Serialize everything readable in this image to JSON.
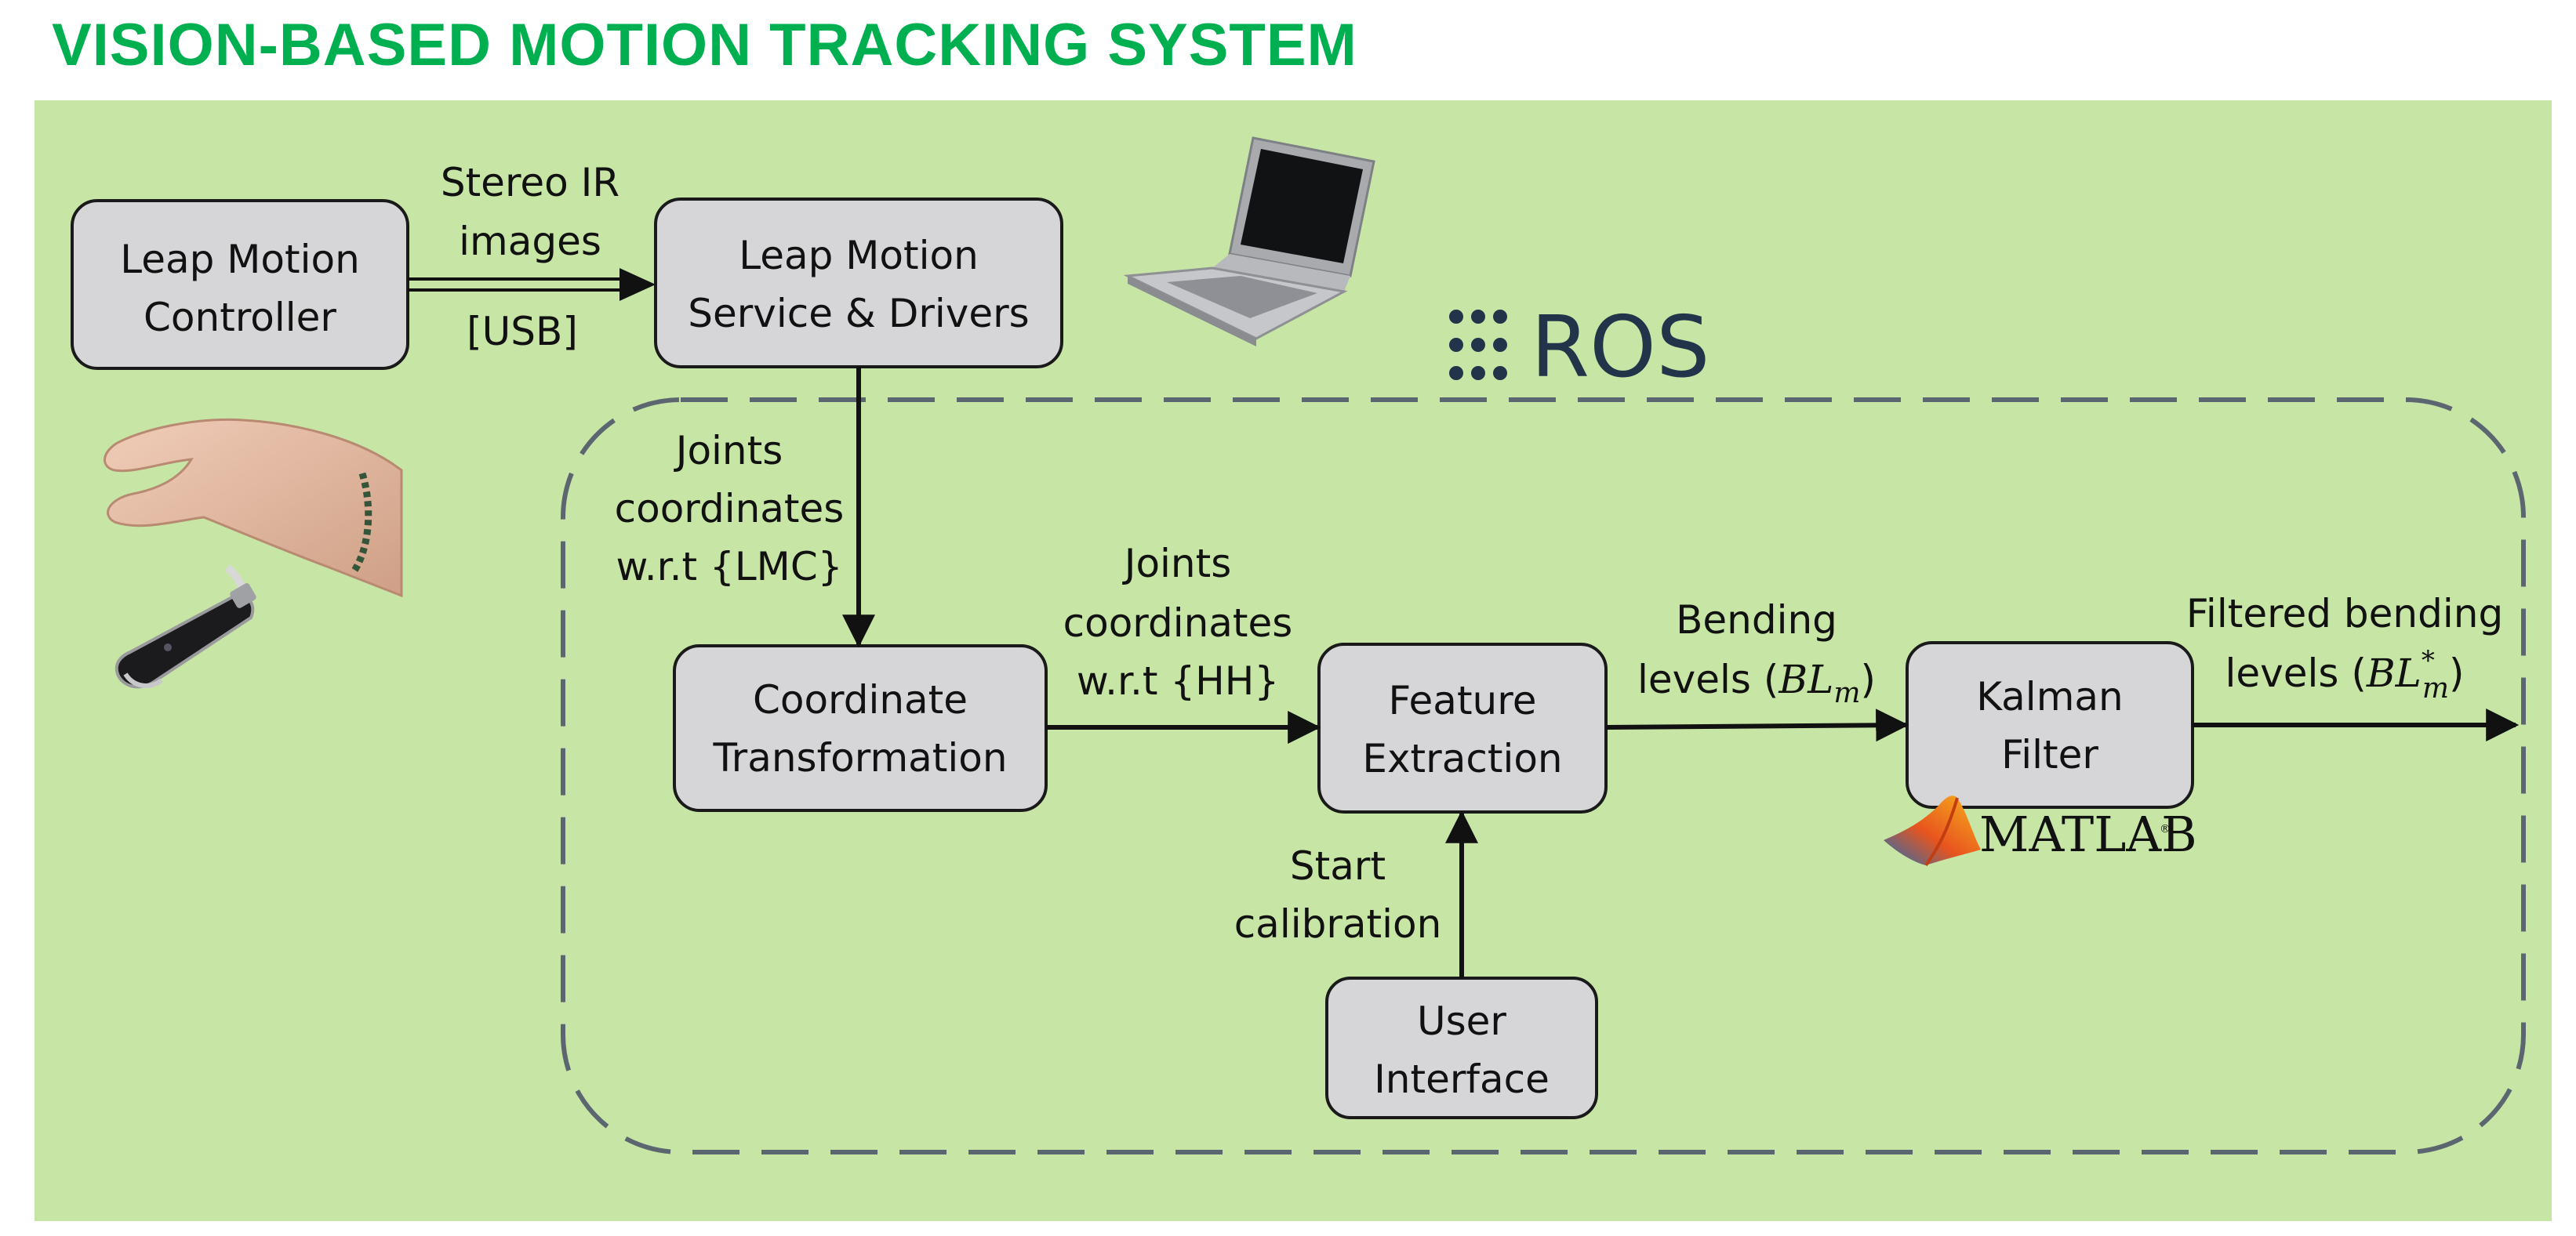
{
  "title": "VISION-BASED MOTION TRACKING SYSTEM",
  "colors": {
    "title": "#00b050",
    "panel": "#c7e6a6",
    "box_fill": "#d6d6d8",
    "box_stroke": "#1a1a1a",
    "dashed_border": "#5c6670",
    "ros": "#22344a"
  },
  "boxes": {
    "lmc": [
      "Leap Motion",
      "Controller"
    ],
    "service": [
      "Leap Motion",
      "Service & Drivers"
    ],
    "coord": [
      "Coordinate",
      "Transformation"
    ],
    "feature": [
      "Feature",
      "Extraction"
    ],
    "kalman": [
      "Kalman",
      "Filter"
    ],
    "ui": [
      "User",
      "Interface"
    ]
  },
  "labels": {
    "stereo": [
      "Stereo IR",
      "images"
    ],
    "usb": "[USB]",
    "joints_lmc": [
      "Joints",
      "coordinates",
      "w.r.t {LMC}"
    ],
    "joints_hh": [
      "Joints",
      "coordinates",
      "w.r.t {HH}"
    ],
    "bending": {
      "line1": "Bending",
      "prefix": "levels (",
      "math_base": "BL",
      "math_sub": "m",
      "suffix": ")"
    },
    "filtered": {
      "line1": "Filtered bending",
      "prefix": "levels (",
      "math_base": "BL",
      "math_sub": "m",
      "math_sup": "*",
      "suffix": ")"
    },
    "calibration": [
      "Start",
      "calibration"
    ]
  },
  "logos": {
    "ros": "ROS",
    "matlab": "MATLAB",
    "matlab_mark": "®"
  },
  "icons": [
    "laptop-icon",
    "hand-with-leap-device-icon",
    "ros-logo-icon",
    "matlab-logo-icon"
  ]
}
